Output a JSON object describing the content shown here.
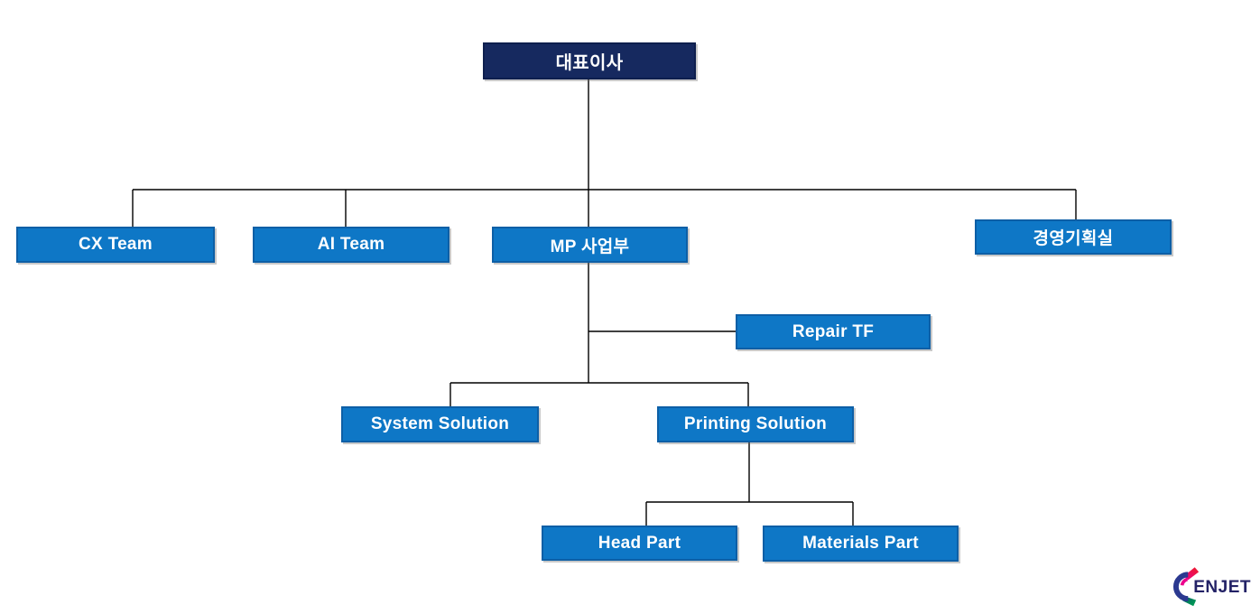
{
  "diagram": {
    "type": "org-chart",
    "nodes": {
      "ceo": {
        "label": "대표이사"
      },
      "cx_team": {
        "label": "CX Team"
      },
      "ai_team": {
        "label": "AI Team"
      },
      "mp_division": {
        "label": "MP 사업부"
      },
      "management_planning": {
        "label": "경영기획실"
      },
      "repair_tf": {
        "label": "Repair TF"
      },
      "system_solution": {
        "label": "System Solution"
      },
      "printing_solution": {
        "label": "Printing Solution"
      },
      "head_part": {
        "label": "Head Part"
      },
      "materials_part": {
        "label": "Materials Part"
      }
    },
    "edges": [
      [
        "ceo",
        "cx_team"
      ],
      [
        "ceo",
        "ai_team"
      ],
      [
        "ceo",
        "mp_division"
      ],
      [
        "ceo",
        "management_planning"
      ],
      [
        "mp_division",
        "repair_tf"
      ],
      [
        "mp_division",
        "system_solution"
      ],
      [
        "mp_division",
        "printing_solution"
      ],
      [
        "printing_solution",
        "head_part"
      ],
      [
        "printing_solution",
        "materials_part"
      ]
    ]
  },
  "logo": {
    "text": "ENJET"
  },
  "colors": {
    "node_fill": "#0e77c6",
    "node_border": "#0d5fa6",
    "ceo_fill": "#16295f",
    "ceo_border": "#0e1f4e",
    "node_text": "#ffffff",
    "connector": "#000000",
    "logo_text": "#232266",
    "logo_blue": "#2b3990",
    "logo_red": "#ed1c24",
    "logo_magenta": "#ec008c",
    "logo_green": "#00a651"
  }
}
